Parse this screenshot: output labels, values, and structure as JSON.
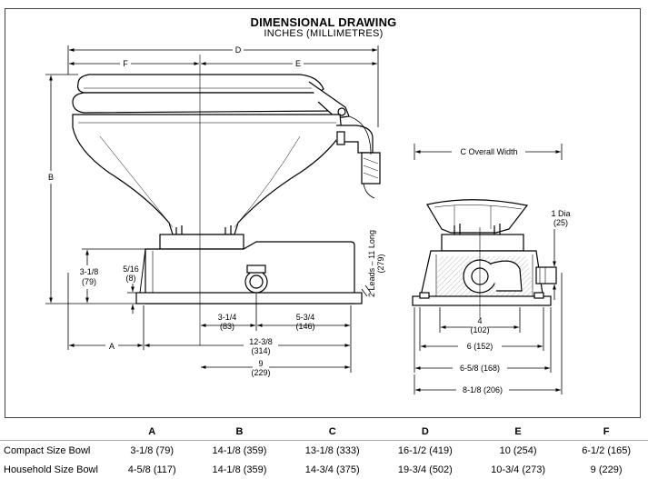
{
  "title": "DIMENSIONAL DRAWING",
  "subtitle": "INCHES (MILLIMETRES)",
  "dims": {
    "D": "D",
    "F": "F",
    "E": "E",
    "B": "B",
    "A": "A",
    "C": "C Overall Width",
    "d_3_1_8": "3-1/8",
    "d_3_1_8_mm": "(79)",
    "d_5_16": "5/16",
    "d_5_16_mm": "(8)",
    "d_3_1_4": "3-1/4",
    "d_3_1_4_mm": "(83)",
    "d_5_3_4": "5-3/4",
    "d_5_3_4_mm": "(146)",
    "d_12_3_8": "12-3/8",
    "d_12_3_8_mm": "(314)",
    "d_9": "9",
    "d_9_mm": "(229)",
    "leads_line1": "2 Leads – 11 Long",
    "leads_line2": "(279)",
    "dia_label": "1 Dia",
    "dia_mm": "(25)",
    "d_4": "4",
    "d_4_mm": "(102)",
    "d_6": "6 (152)",
    "d_6_5_8": "6-5/8 (168)",
    "d_8_1_8": "8-1/8 (206)"
  },
  "table": {
    "headers": [
      "A",
      "B",
      "C",
      "D",
      "E",
      "F"
    ],
    "rows": [
      {
        "label": "Compact Size Bowl",
        "values": [
          "3-1/8 (79)",
          "14-1/8 (359)",
          "13-1/8 (333)",
          "16-1/2 (419)",
          "10 (254)",
          "6-1/2 (165)"
        ]
      },
      {
        "label": "Household Size Bowl",
        "values": [
          "4-5/8 (117)",
          "14-1/8 (359)",
          "14-3/4 (375)",
          "19-3/4 (502)",
          "10-3/4 (273)",
          "9 (229)"
        ]
      }
    ]
  }
}
